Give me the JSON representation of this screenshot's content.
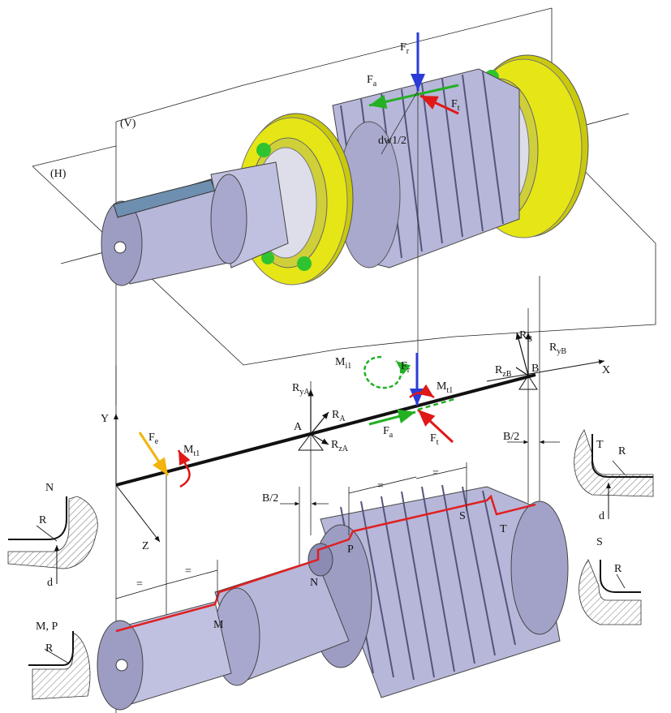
{
  "labels": {
    "V": "(V)",
    "H": "(H)",
    "Fr_top": "F",
    "Fr_top_sub": "r",
    "Fa_top": "F",
    "Fa_top_sub": "a",
    "Ft_top": "F",
    "Ft_top_sub": "t",
    "dw": "dw1/2",
    "Y": "Y",
    "Z": "Z",
    "X": "X",
    "Fe": "F",
    "Fe_sub": "e",
    "Mt1_left": "M",
    "Mt1_left_sub": "t1",
    "Mi1": "M",
    "Mi1_sub": "i1",
    "Fr_mid": "F",
    "Fr_mid_sub": "r",
    "Mt1_mid": "M",
    "Mt1_mid_sub": "t1",
    "RyA": "R",
    "RyA_sub": "yA",
    "RA": "R",
    "RA_sub": "A",
    "RzA": "R",
    "RzA_sub": "zA",
    "A": "A",
    "Fa_mid": "F",
    "Fa_mid_sub": "a",
    "Ft_mid": "F",
    "Ft_mid_sub": "t",
    "RB": "R",
    "RB_sub": "B",
    "RyB": "R",
    "RyB_sub": "yB",
    "RzB": "R",
    "RzB_sub": "zB",
    "B": "B",
    "B2_right": "B/2",
    "B2_left": "B/2",
    "eq1": "=",
    "eq2": "=",
    "eq3": "=",
    "eq4": "=",
    "N_pt": "N",
    "M_pt": "M",
    "P_pt": "P",
    "S_pt": "S",
    "T_pt": "T",
    "detail_N": "N",
    "detail_MP": "M, P",
    "detail_T": "T",
    "detail_S": "S",
    "R_N": "R",
    "R_MP": "R",
    "R_T": "R",
    "R_S": "R",
    "d_N": "d",
    "d_T": "d"
  },
  "colors": {
    "shaft": "#b4b4d8",
    "shaft_dark": "#7c7ca6",
    "bearing": "#e6e616",
    "bearing_dark": "#a5a50a",
    "ball": "#2fc42f",
    "key": "#6e8fb0",
    "force_red": "#e01818",
    "force_green": "#23b023",
    "force_blue": "#2a3bd6",
    "force_orange": "#f2b40c",
    "profile": "#e02020"
  }
}
